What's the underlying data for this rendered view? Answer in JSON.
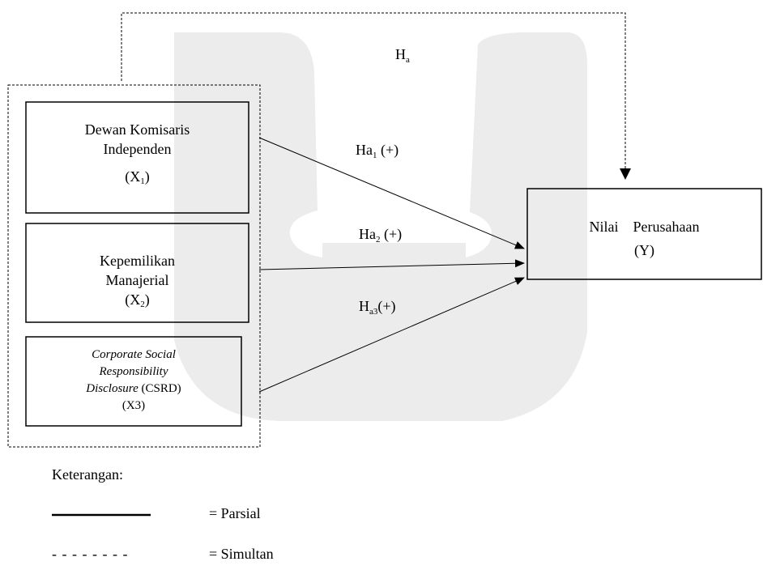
{
  "boxes": {
    "x1": {
      "line1": "Dewan Komisaris",
      "line2": "Independen",
      "var": "X",
      "var_sub": "1"
    },
    "x2": {
      "line1": "Kepemilikan",
      "line2": "Manajerial",
      "var": "X",
      "var_sub": "2"
    },
    "x3": {
      "line1": "Corporate Social",
      "line2": "Responsibility",
      "line3_italic": "Disclosure",
      "line3_rest": " (CSRD)",
      "var": "X3"
    },
    "y": {
      "line1": "Nilai    Perusahaan",
      "var": "(Y)"
    }
  },
  "hypotheses": {
    "ha": {
      "main": "H",
      "sub": "a"
    },
    "ha1": {
      "main": "Ha",
      "sub": "1",
      "sign": " (+)"
    },
    "ha2": {
      "main": "Ha",
      "sub": "2",
      "sign": " (+)"
    },
    "ha3": {
      "main": "H",
      "sub": "a3",
      "sign": "(+)"
    }
  },
  "legend": {
    "title": "Keterangan:",
    "partial": "= Parsial",
    "simultaneous": "= Simultan",
    "dashed_sample": "- - - - - - - -"
  }
}
